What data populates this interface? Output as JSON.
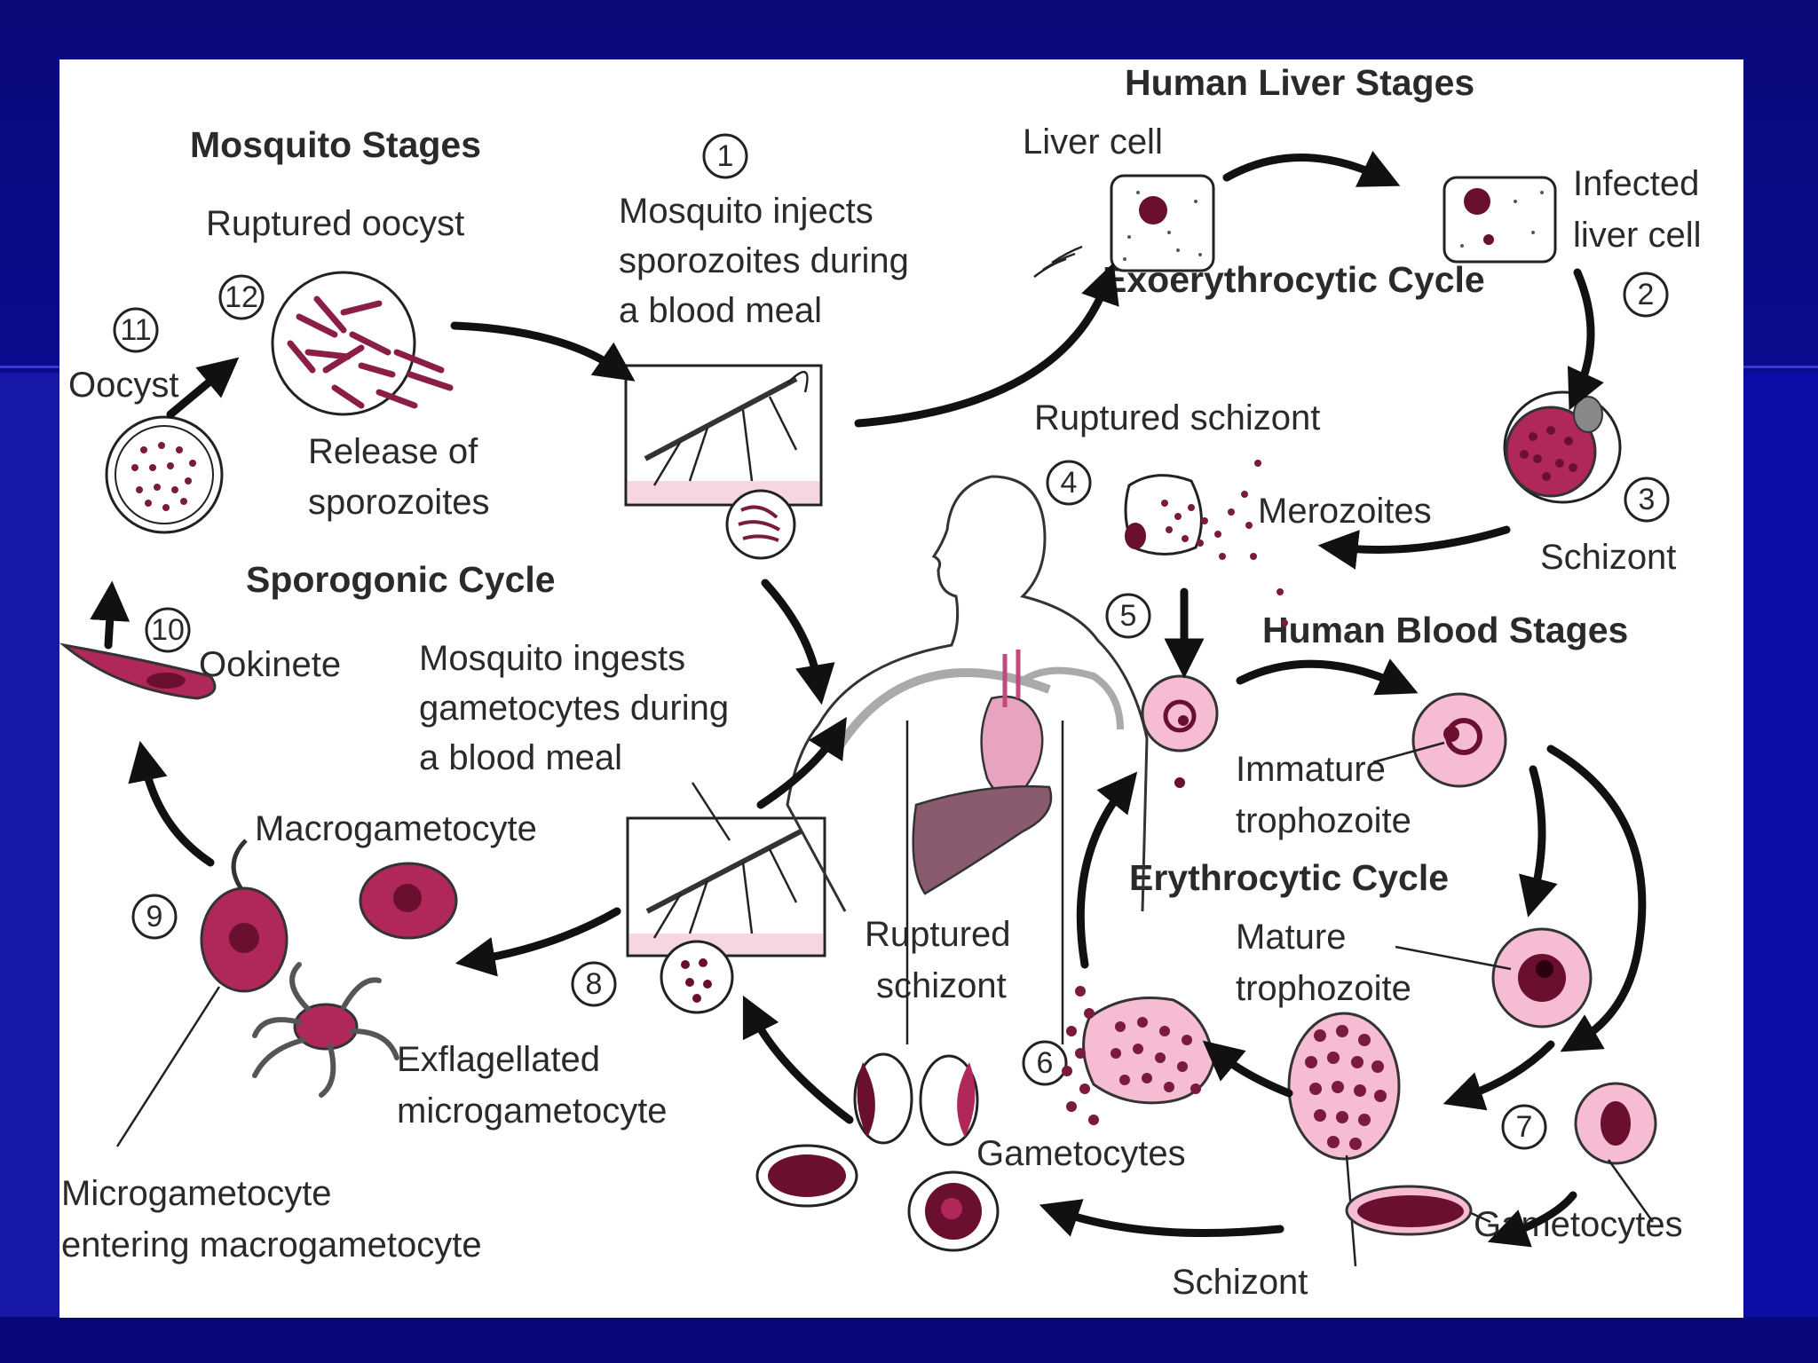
{
  "headings": {
    "human_liver_stages": "Human Liver Stages",
    "mosquito_stages": "Mosquito Stages",
    "exoerythrocytic_cycle": "Exoerythrocytic Cycle",
    "sporogonic_cycle": "Sporogonic Cycle",
    "human_blood_stages": "Human Blood Stages",
    "erythrocytic_cycle": "Erythrocytic Cycle"
  },
  "step_numbers": [
    "1",
    "2",
    "3",
    "4",
    "5",
    "6",
    "7",
    "8",
    "9",
    "10",
    "11",
    "12"
  ],
  "labels": {
    "liver_cell": "Liver cell",
    "infected_liver_cell_1": "Infected",
    "infected_liver_cell_2": "liver cell",
    "mosquito_injects_1": "Mosquito injects",
    "mosquito_injects_2": "sporozoites during",
    "mosquito_injects_3": "a blood meal",
    "ruptured_oocyst": "Ruptured oocyst",
    "oocyst": "Oocyst",
    "release_1": "Release of",
    "release_2": "sporozoites",
    "ruptured_schizont_top": "Ruptured schizont",
    "merozoites": "Merozoites",
    "schizont_top": "Schizont",
    "ookinete": "Ookinete",
    "mosquito_ingests_1": "Mosquito ingests",
    "mosquito_ingests_2": "gametocytes during",
    "mosquito_ingests_3": "a blood meal",
    "immature_1": "Immature",
    "immature_2": "trophozoite",
    "macrogametocyte": "Macrogametocyte",
    "ruptured_schizont_low_1": "Ruptured",
    "ruptured_schizont_low_2": "schizont",
    "mature_1": "Mature",
    "mature_2": "trophozoite",
    "exflagellated_1": "Exflagellated",
    "exflagellated_2": "microgametocyte",
    "gametocytes_mid": "Gametocytes",
    "gametocytes_right": "Gametocytes",
    "microgametocyte_1": "Microgametocyte",
    "microgametocyte_2": "entering macrogametocyte",
    "schizont_bottom": "Schizont"
  },
  "colors": {
    "slide_background": "#0a0a8c",
    "panel": "#ffffff",
    "pink_cell": "#f6bcd3",
    "dark_cell": "#b0285a",
    "parasite": "#6b0f2f"
  }
}
